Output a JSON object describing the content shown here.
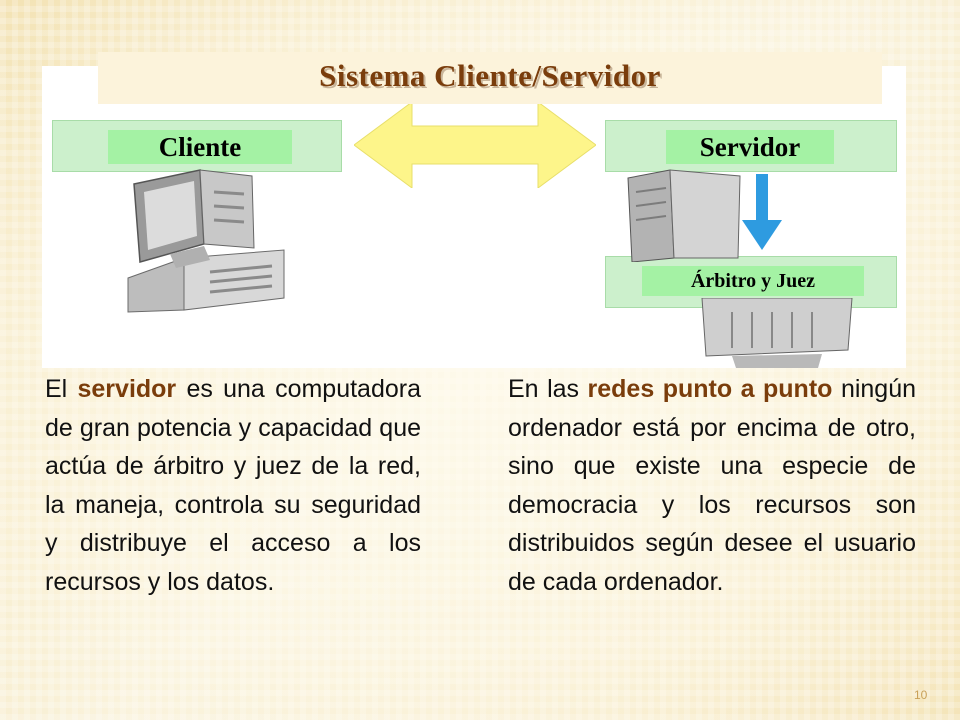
{
  "slide": {
    "title": "Sistema Cliente/Servidor",
    "page_number": "10"
  },
  "diagram": {
    "client_label": "Cliente",
    "server_label": "Servidor",
    "arbiter_label": "Árbitro y Juez",
    "icons": [
      "client-computer-icon",
      "server-computer-icon",
      "double-arrow-icon",
      "down-arrow-icon",
      "arbiter-computer-icon"
    ],
    "colors": {
      "band": "#ccf0cc",
      "label": "#a4f2a4",
      "arrow_yellow": "#fdf58a",
      "arrow_blue": "#2e9be0",
      "title": "#7a3d0c"
    }
  },
  "left_text": {
    "pre": "El",
    "bold": "servidor",
    "post": "es una computadora de gran potencia y capacidad que actúa de árbitro y juez de la red, la maneja, controla su seguridad y distribuye el acceso a los recursos y los datos."
  },
  "right_text": {
    "pre": "En las",
    "bold": "redes punto a punto",
    "post": "ningún ordenador está por encima de otro, sino que existe una especie de democracia y los recursos son distribuidos según desee el usuario de cada ordenador."
  }
}
